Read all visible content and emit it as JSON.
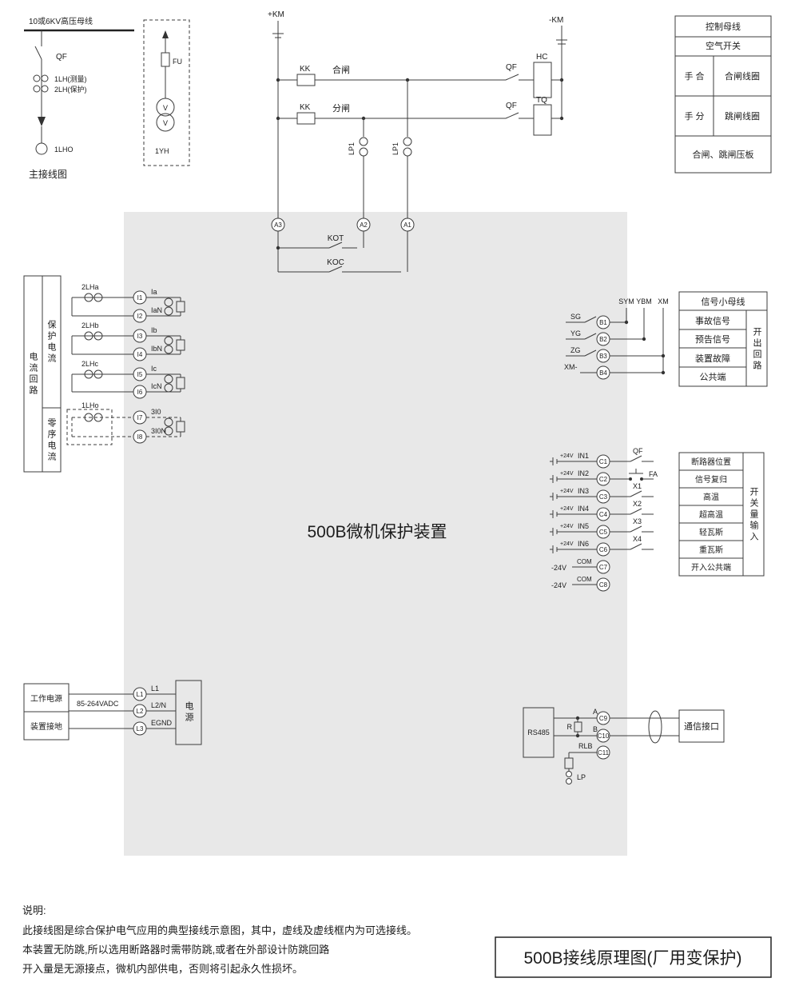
{
  "page": {
    "device_fill": "#e8e8e8"
  },
  "titles": {
    "drawing_title": "500B接线原理图(厂用变保护)",
    "device_name": "500B微机保护装置",
    "main_wiring": "主接线图"
  },
  "main_wiring": {
    "busbar": "10或6KV高压母线",
    "qf": "QF",
    "ct_measure": "1LH(测量)",
    "ct_protect": "2LH(保护)",
    "fu": "FU",
    "pt_v": "V",
    "pt": "1YH",
    "ct_zero": "1LHO"
  },
  "control": {
    "plus_km": "+KM",
    "minus_km": "-KM",
    "kk_close": "KK",
    "kk_open": "KK",
    "close_label": "合闸",
    "open_label": "分闸",
    "qf_close": "QF",
    "qf_open": "QF",
    "hc": "HC",
    "tq": "TQ",
    "lp1_close": "LP1",
    "lp1_open": "LP1",
    "a3": "A3",
    "a2": "A2",
    "a1": "A1",
    "kot": "KOT",
    "koc": "KOC"
  },
  "control_table": {
    "row1": "控制母线",
    "row2": "空气开关",
    "row3_left": "手 合",
    "row3_right": "合闸线圈",
    "row4_left": "手 分",
    "row4_right": "跳闸线圈",
    "row5": "合闸、跳闸压板"
  },
  "current": {
    "group": "电流回路",
    "protect": "保护电流",
    "zero": "零序电流",
    "ct_a": "2LHa",
    "ct_b": "2LHb",
    "ct_c": "2LHc",
    "ct_0": "1LHo",
    "terminals": [
      {
        "id": "I1",
        "label": "Ia"
      },
      {
        "id": "I2",
        "label": "IaN"
      },
      {
        "id": "I3",
        "label": "Ib"
      },
      {
        "id": "I4",
        "label": "IbN"
      },
      {
        "id": "I5",
        "label": "Ic"
      },
      {
        "id": "I6",
        "label": "IcN"
      },
      {
        "id": "I7",
        "label": "3I0"
      },
      {
        "id": "I8",
        "label": "3I0N"
      }
    ]
  },
  "signal": {
    "sym": "SYM",
    "ybm": "YBM",
    "xm": "XM",
    "rows": [
      {
        "contact": "SG",
        "terminal": "B1"
      },
      {
        "contact": "YG",
        "terminal": "B2"
      },
      {
        "contact": "ZG",
        "terminal": "B3"
      },
      {
        "contact": "XM-",
        "terminal": "B4"
      }
    ],
    "table": [
      "信号小母线",
      "事故信号",
      "预告信号",
      "装置故障",
      "公共端"
    ],
    "side": "开出回路"
  },
  "binary": {
    "rows": [
      {
        "supply": "+24V",
        "input": "IN1",
        "terminal": "C1",
        "ext": "QF"
      },
      {
        "supply": "+24V",
        "input": "IN2",
        "terminal": "C2",
        "ext": "FA"
      },
      {
        "supply": "+24V",
        "input": "IN3",
        "terminal": "C3",
        "ext": "X1"
      },
      {
        "supply": "+24V",
        "input": "IN4",
        "terminal": "C4",
        "ext": "X2"
      },
      {
        "supply": "+24V",
        "input": "IN5",
        "terminal": "C5",
        "ext": "X3"
      },
      {
        "supply": "+24V",
        "input": "IN6",
        "terminal": "C6",
        "ext": "X4"
      },
      {
        "supply": "-24V",
        "input": "COM",
        "terminal": "C7",
        "ext": ""
      },
      {
        "supply": "-24V",
        "input": "COM",
        "terminal": "C8",
        "ext": ""
      }
    ],
    "table": [
      "断路器位置",
      "信号复归",
      "高温",
      "超高温",
      "轻瓦斯",
      "重瓦斯",
      "开入公共端"
    ],
    "side": "开关量输入"
  },
  "power": {
    "row1": "工作电源",
    "row2": "装置接地",
    "voltage": "85-264VADC",
    "terminals": [
      {
        "id": "L1",
        "label": "L1"
      },
      {
        "id": "L2",
        "label": "L2/N"
      },
      {
        "id": "L3",
        "label": "EGND"
      }
    ],
    "psu": "电源"
  },
  "comm": {
    "rs485": "RS485",
    "a": "A",
    "b": "B",
    "r": "R",
    "rlb": "RLB",
    "lp": "LP",
    "c9": "C9",
    "c10": "C10",
    "c11": "C11",
    "interface": "通信接口"
  },
  "notes": {
    "heading": "说明:",
    "line1": "此接线图是综合保护电气应用的典型接线示意图，其中，虚线及虚线框内为可选接线。",
    "line2": "本装置无防跳,所以选用断路器时需带防跳,或者在外部设计防跳回路",
    "line3": "开入量是无源接点，微机内部供电，否则将引起永久性损坏。"
  }
}
